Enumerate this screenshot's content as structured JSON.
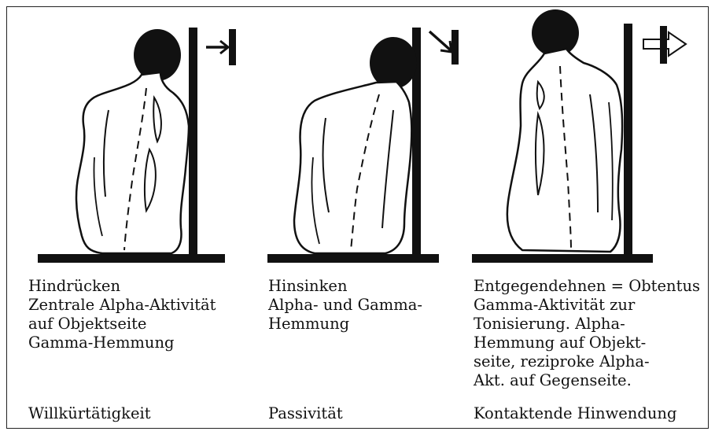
{
  "panels": [
    {
      "caption": [
        "Hindrücken",
        "Zentrale Alpha-Aktivität",
        "auf Objektseite",
        "Gamma-Hemmung"
      ],
      "summary": "Willkürtätigkeit"
    },
    {
      "caption": [
        "Hinsinken",
        "Alpha- und Gamma-",
        "Hemmung"
      ],
      "summary": "Passivität"
    },
    {
      "caption": [
        "Entgegendehnen = Obtentus",
        "Gamma-Aktivität zur",
        "Tonisierung. Alpha-",
        "Hemmung auf Objekt-",
        "seite, reziproke Alpha-",
        "Akt. auf Gegenseite."
      ],
      "summary": "Kontaktende Hinwendung"
    }
  ]
}
